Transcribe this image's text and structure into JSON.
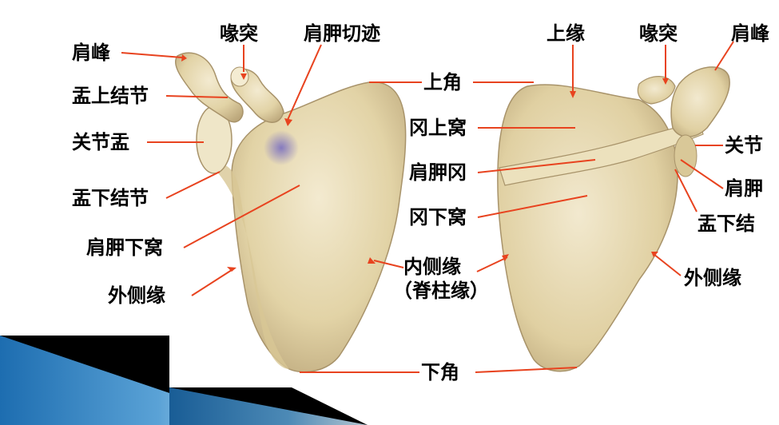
{
  "colors": {
    "bone_fill": "#e9dcb2",
    "bone_shadow": "#c9b68a",
    "bone_dark": "#a8936a",
    "leader_line": "#e8431f",
    "bruise": "#8a7fc4",
    "deco_black": "#000000",
    "deco_blue_dark": "#2b7fc1",
    "deco_blue_light": "#cde4f4"
  },
  "anterior_view": {
    "labels": {
      "acromion": "肩峰",
      "coracoid": "喙突",
      "scapular_notch": "肩胛切迹",
      "supraglenoid": "盂上结节",
      "glenoid": "关节盂",
      "infraglenoid": "盂下结节",
      "subscapular_fossa": "肩胛下窝",
      "lateral_border": "外侧缘"
    }
  },
  "center_labels": {
    "superior_angle": "上角",
    "supraspinous_fossa": "冈上窝",
    "spine": "肩胛冈",
    "infraspinous_fossa": "冈下窝",
    "medial_border": "内侧缘",
    "medial_border_alt": "（脊柱缘）",
    "inferior_angle": "下角"
  },
  "posterior_view": {
    "labels": {
      "superior_border": "上缘",
      "coracoid": "喙突",
      "acromion": "肩峰",
      "glenoid": "关节",
      "scapula": "肩胛",
      "infraglenoid": "盂下结",
      "lateral_border": "外侧缘"
    }
  }
}
